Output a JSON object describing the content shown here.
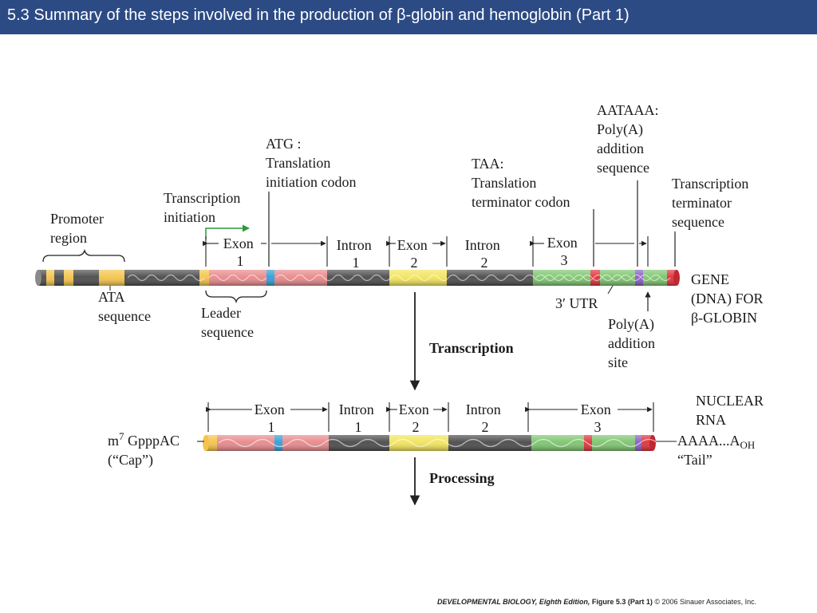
{
  "title": "5.3  Summary of the steps involved in the production of β-globin and hemoglobin (Part 1)",
  "labels": {
    "promoter": [
      "Promoter",
      "region"
    ],
    "ata": [
      "ATA",
      "sequence"
    ],
    "transcription_initiation": [
      "Transcription",
      "initiation"
    ],
    "leader": [
      "Leader",
      "sequence"
    ],
    "atg": [
      "ATG :",
      "Translation",
      "initiation codon"
    ],
    "taa": [
      "TAA:",
      "Translation",
      "terminator codon"
    ],
    "aataaa": [
      "AATAAA:",
      "Poly(A)",
      "addition",
      "sequence"
    ],
    "transcription_terminator": [
      "Transcription",
      "terminator",
      "sequence"
    ],
    "gene": [
      "GENE",
      "(DNA) FOR",
      "β-GLOBIN"
    ],
    "utr": "3′ UTR",
    "polya_site": [
      "Poly(A)",
      "addition",
      "site"
    ],
    "transcription_step": "Transcription",
    "nuclear_rna": [
      "NUCLEAR",
      "RNA"
    ],
    "cap": [
      "m",
      "7",
      " GpppAC",
      "(“Cap”)"
    ],
    "tail": [
      "AAAA...A",
      "OH",
      "“Tail”"
    ],
    "processing_step": "Processing"
  },
  "gene_regions": {
    "exon1": [
      "Exon",
      "1"
    ],
    "intron1": [
      "Intron",
      "1"
    ],
    "exon2": [
      "Exon",
      "2"
    ],
    "intron2": [
      "Intron",
      "2"
    ],
    "exon3": [
      "Exon",
      "3"
    ]
  },
  "rna_regions": {
    "exon1": [
      "Exon",
      "1"
    ],
    "intron1": [
      "Intron",
      "1"
    ],
    "exon2": [
      "Exon",
      "2"
    ],
    "intron2": [
      "Intron",
      "2"
    ],
    "exon3": [
      "Exon",
      "3"
    ]
  },
  "credit": {
    "book": "DEVELOPMENTAL BIOLOGY, Eighth Edition,",
    "figure": " Figure 5.3 (Part 1) ",
    "copyright": "© 2006 Sinauer Associates, Inc."
  },
  "colors": {
    "title_bg": "#2c4b85",
    "intron": "#4a4a4a",
    "exon_red": "#e8888a",
    "exon_yellow": "#f2e45a",
    "exon_green": "#7cc46e",
    "promoter_yellow": "#f4c44a",
    "blue": "#2d9fd9",
    "red": "#e0303a",
    "purple": "#8a5cc4",
    "arrow_green": "#2a9a3a"
  }
}
